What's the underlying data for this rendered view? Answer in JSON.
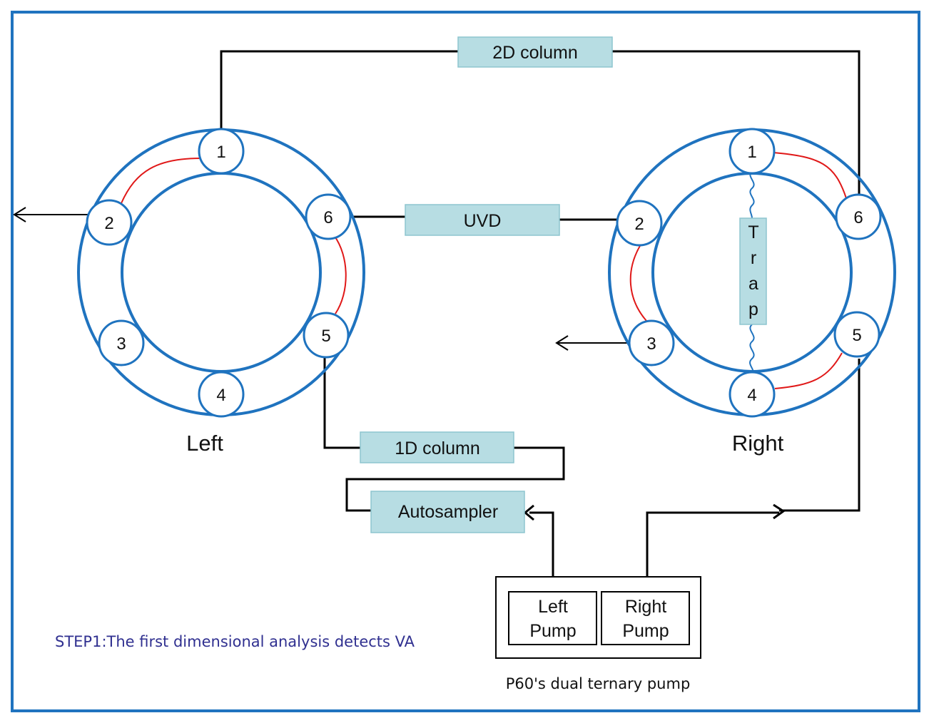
{
  "colors": {
    "frame": "#1f73bf",
    "valve": "#1f73bf",
    "box_fill": "#b7dde3",
    "box_stroke": "#8ec5cf",
    "line": "#000000",
    "internal_channel": "#e01818",
    "step_text": "#303090",
    "text": "#111111"
  },
  "valves": {
    "left": {
      "label": "Left",
      "ports": [
        "1",
        "2",
        "3",
        "4",
        "5",
        "6"
      ]
    },
    "right": {
      "label": "Right",
      "ports": [
        "1",
        "2",
        "3",
        "4",
        "5",
        "6"
      ],
      "trap_letters": [
        "T",
        "r",
        "a",
        "p"
      ]
    }
  },
  "components": {
    "column_2d": "2D column",
    "uvd": "UVD",
    "column_1d": "1D column",
    "autosampler": "Autosampler"
  },
  "pump": {
    "left_line1": "Left",
    "left_line2": "Pump",
    "right_line1": "Right",
    "right_line2": "Pump",
    "caption": "P60's dual ternary pump"
  },
  "step_text": "STEP1:The first dimensional analysis detects VA"
}
